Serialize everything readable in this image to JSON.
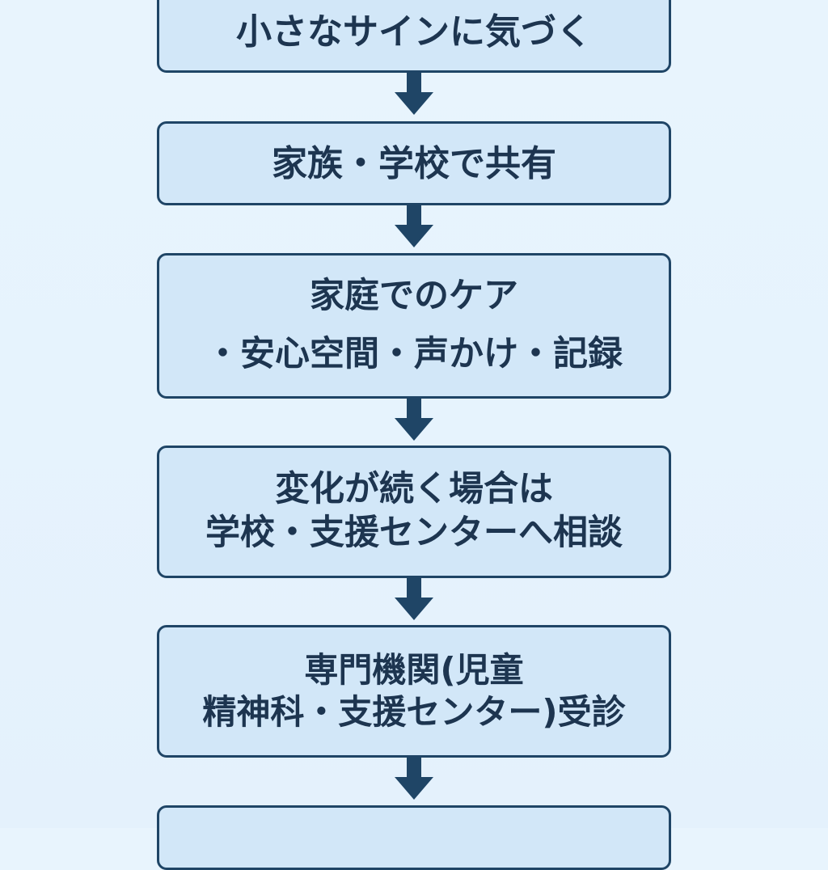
{
  "steps": [
    {
      "lines": [
        "小さなサインに気づく"
      ]
    },
    {
      "lines": [
        "家族・学校で共有"
      ]
    },
    {
      "lines": [
        "家庭でのケア",
        "・安心空間・声かけ・記録"
      ]
    },
    {
      "lines": [
        "変化が続く場合は",
        "学校・支援センターへ相談"
      ]
    },
    {
      "lines": [
        "専門機関(児童",
        "精神科・支援センター)受診"
      ]
    },
    {
      "lines": []
    }
  ],
  "colors": {
    "box_fill": "#d2e7f8",
    "box_border": "#1f4566",
    "text": "#1d3550",
    "arrow": "#1f4566",
    "background": "#e6f3fd"
  }
}
